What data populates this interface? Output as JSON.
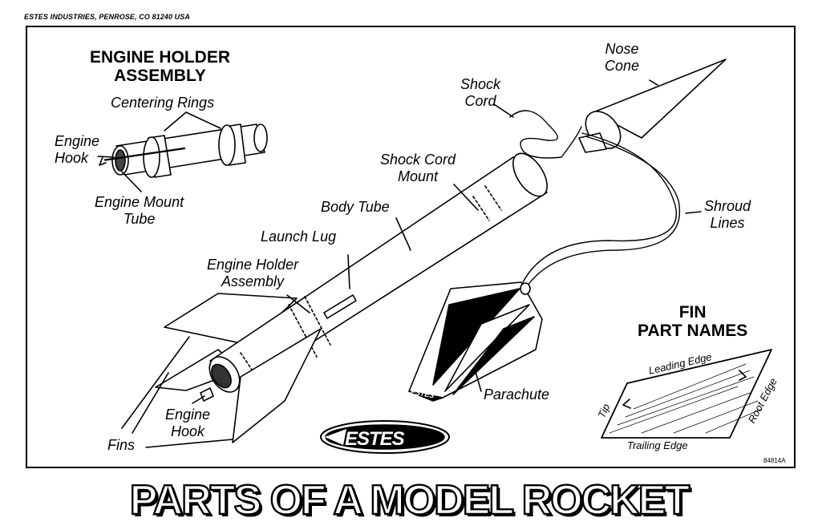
{
  "header": "ESTES INDUSTRIES, PENROSE, CO 81240 USA",
  "engine_holder": {
    "heading_line1": "ENGINE HOLDER",
    "heading_line2": "ASSEMBLY",
    "centering_rings": "Centering Rings",
    "engine_hook_1": "Engine",
    "engine_hook_2": "Hook",
    "engine_mount_1": "Engine Mount",
    "engine_mount_2": "Tube"
  },
  "rocket": {
    "shock_cord_mount_1": "Shock Cord",
    "shock_cord_mount_2": "Mount",
    "body_tube": "Body Tube",
    "launch_lug": "Launch Lug",
    "engine_holder_assembly_1": "Engine Holder",
    "engine_holder_assembly_2": "Assembly",
    "engine_hook_1": "Engine",
    "engine_hook_2": "Hook",
    "fins": "Fins",
    "shock_cord_1": "Shock",
    "shock_cord_2": "Cord",
    "nose_cone_1": "Nose",
    "nose_cone_2": "Cone",
    "shroud_lines_1": "Shroud",
    "shroud_lines_2": "Lines",
    "parachute": "Parachute",
    "parachute_logo": "ESTES"
  },
  "fin_parts": {
    "heading_line1": "FIN",
    "heading_line2": "PART NAMES",
    "leading_edge": "Leading Edge",
    "root_edge": "Root Edge",
    "trailing_edge": "Trailing Edge",
    "tip": "Tip"
  },
  "logo": "ESTES",
  "code": "84814A",
  "title": "PARTS OF A MODEL ROCKET"
}
